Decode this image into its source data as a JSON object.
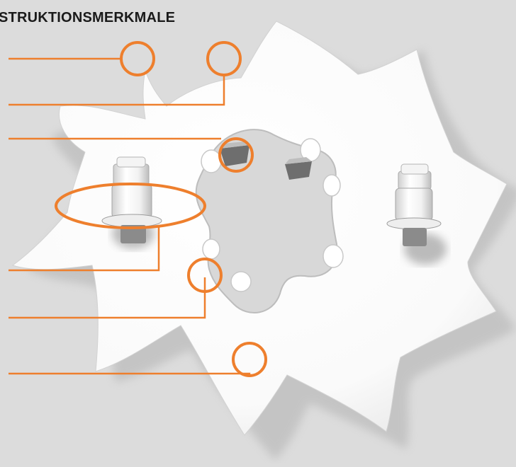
{
  "diagram": {
    "heading": "STRUKTIONSMERKMALE",
    "accent_color": "#ee7f2d",
    "background_color": "#dcdcdc",
    "part_color": "#ffffff",
    "subject": "sprocket-with-bolts-icon",
    "callouts": [
      {
        "name": "callout-tooth-1",
        "marker": "circle"
      },
      {
        "name": "callout-tooth-2",
        "marker": "circle"
      },
      {
        "name": "callout-hub-notch",
        "marker": "circle"
      },
      {
        "name": "callout-bolt-washer",
        "marker": "ellipse"
      },
      {
        "name": "callout-hub-lobe",
        "marker": "circle"
      },
      {
        "name": "callout-web-surface",
        "marker": "circle"
      }
    ]
  }
}
